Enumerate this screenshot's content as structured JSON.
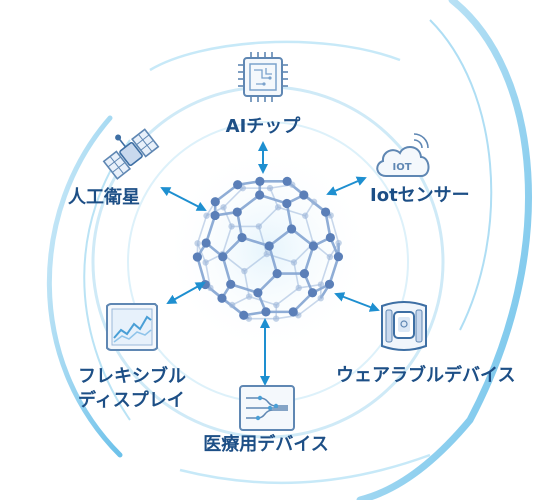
{
  "diagram": {
    "nodes": [
      {
        "id": "ai-chip",
        "label": "AIチップ",
        "icon": "cpu-chip-icon"
      },
      {
        "id": "iot-sensor",
        "label": "Iotセンサー",
        "icon": "cloud-iot-icon",
        "icon_text": "IOT"
      },
      {
        "id": "satellite",
        "label": "人工衛星",
        "icon": "satellite-icon"
      },
      {
        "id": "flexible-display",
        "label_lines": [
          "フレキシブル",
          "ディスプレイ"
        ],
        "icon": "flexible-display-icon"
      },
      {
        "id": "wearable",
        "label": "ウェアラブルデバイス",
        "icon": "smartwatch-icon"
      },
      {
        "id": "medical",
        "label": "医療用デバイス",
        "icon": "medical-monitor-icon"
      }
    ],
    "center": {
      "icon": "fullerene-molecule-icon"
    },
    "colors": {
      "label": "#1d4f86",
      "arrow": "#1e8fd0",
      "ring": "#a9dcf3",
      "swoosh": "#7fc8ec",
      "icon": "#5f87b3",
      "molecule_node": "#5b7fb8",
      "molecule_bond": "#8aa9d4"
    }
  }
}
